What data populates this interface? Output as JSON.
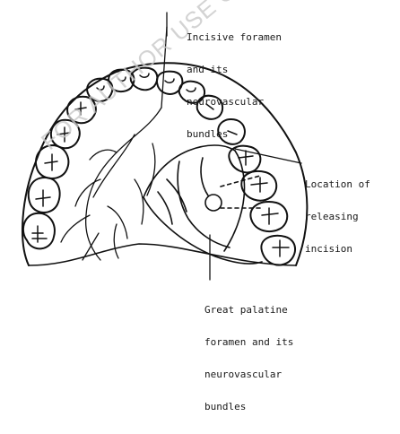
{
  "labels": {
    "incisive": [
      "Incisive foramen",
      "and its",
      "neurovascular",
      "bundles"
    ],
    "releasing": [
      "Location of",
      "releasing",
      "incision"
    ],
    "palatine": [
      "Great palatine",
      "foramen and its",
      "neurovascular",
      "bundles"
    ]
  },
  "watermark": "FOR AUTHOR USE ONLY",
  "colors": {
    "ink": "#111111",
    "watermark": "#c9c9c9"
  }
}
